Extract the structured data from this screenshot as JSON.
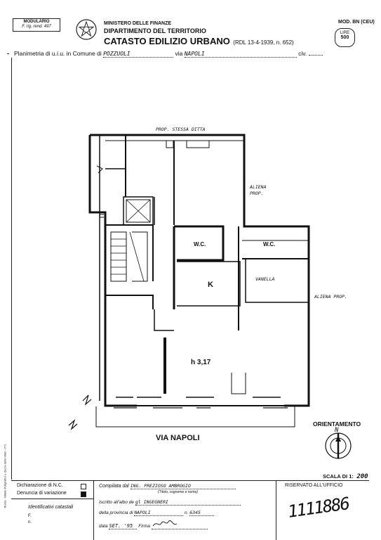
{
  "header": {
    "modulario": "MODULARIO",
    "modulario_sub": "F. rig. rend. 497",
    "ministry": "MINISTERO DELLE FINANZE",
    "department": "DIPARTIMENTO DEL TERRITORIO",
    "title": "CATASTO EDILIZIO URBANO",
    "law": "(RDL 13-4-1939, n. 652)",
    "mod": "MOD. BN (CEU)",
    "lire_label": "LIRE",
    "lire_value": "500"
  },
  "planimetria": {
    "label_prefix": "Planimetria di u.i.u. in Comune di",
    "comune": "POZZUOLI",
    "via_label": "via",
    "via": "NAPOLI",
    "civ_label": "civ."
  },
  "plan": {
    "prop_stessa_ditta": "PROP. STESSA DITTA",
    "aliena_prop": "ALIENA PROP.",
    "aliena_prop2": "ALIENA PROP.",
    "wc1": "W.C.",
    "wc2": "W.C.",
    "kitchen": "K",
    "vanella": "VANELLA",
    "height": "h 3,17",
    "street": "VIA NAPOLI"
  },
  "orientation": {
    "label": "ORIENTAMENTO",
    "north": "N",
    "scale_label": "SCALA DI 1:",
    "scale_value": "200"
  },
  "footer": {
    "dichiarazione": "Dichiarazione di N.C.",
    "denuncia": "Denuncia di variazione",
    "compilata_label": "Compilata dal",
    "compilata_value": "ING. PREZIOSO AMBROGIO",
    "titolo_note": "(Titolo, cognome e nome)",
    "iscritto_label": "Iscritto all'albo de",
    "iscritto_value": "gl INGEGNERI",
    "provincia_label": "della provincia di",
    "provincia_value": "NAPOLI",
    "numero_label": "n.",
    "numero_value": "6345",
    "data_label": "data",
    "data_value": "SET. '95",
    "firma_label": "Firma",
    "identificativi": "Identificativi catastali",
    "f_label": "F.",
    "n_label": "n.",
    "riservato": "RISERVATO ALL'UFFICIO",
    "ufficio_stamp": "1111886"
  },
  "side_note": "Roma - Istituto Poligrafico e Zecca dello Stato - P.V."
}
